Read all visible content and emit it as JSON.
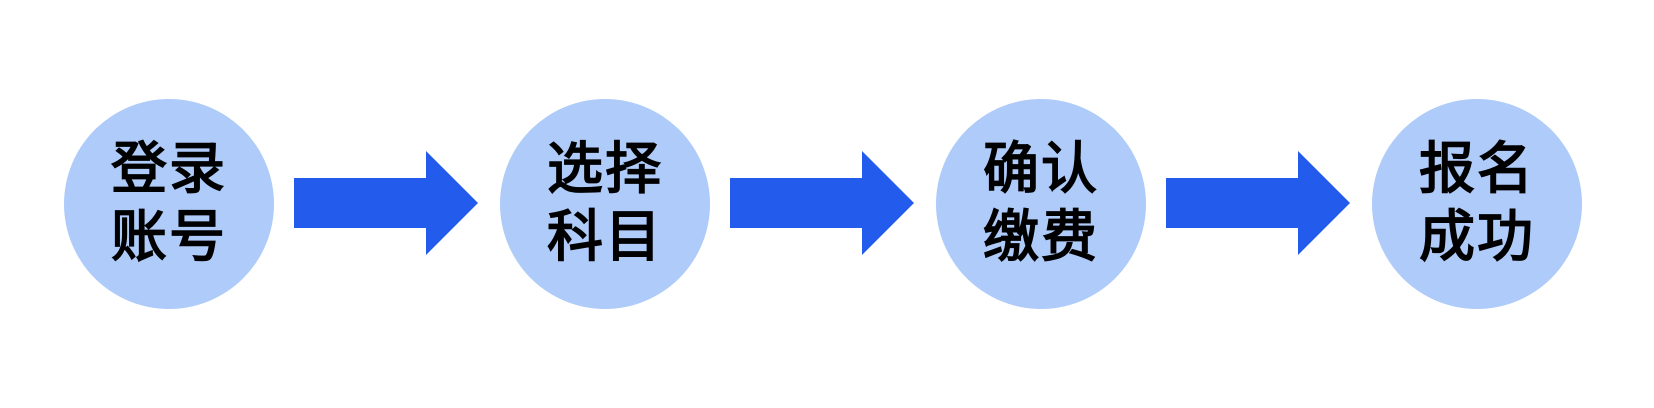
{
  "colors": {
    "step_fill": "#aecbf9",
    "arrow_fill": "#235ced",
    "text": "#000000",
    "background": "#ffffff"
  },
  "steps": [
    {
      "line1": "登录",
      "line2": "账号"
    },
    {
      "line1": "选择",
      "line2": "科目"
    },
    {
      "line1": "确认",
      "line2": "缴费"
    },
    {
      "line1": "报名",
      "line2": "成功"
    }
  ]
}
